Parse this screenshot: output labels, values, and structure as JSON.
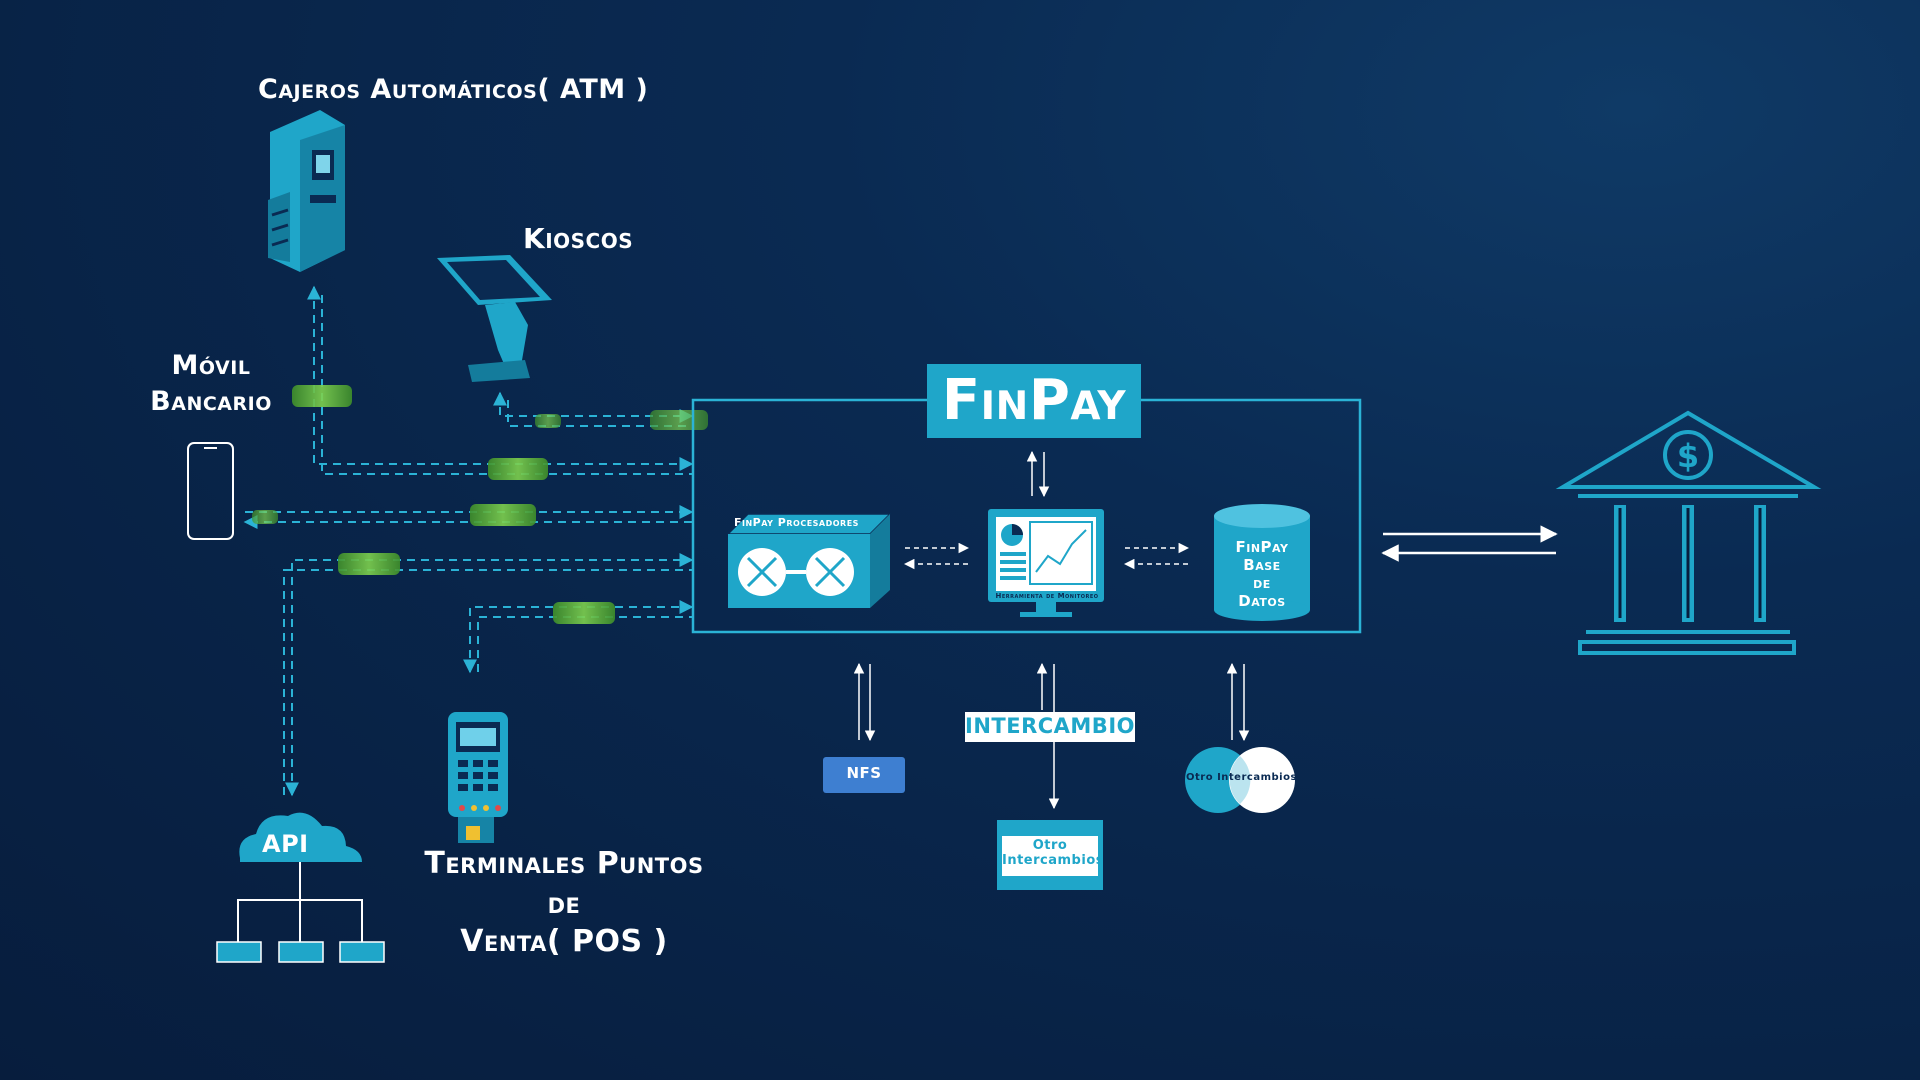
{
  "labels": {
    "atm": "Cajeros Automáticos( ATM )",
    "kiosks": "Kioscos",
    "mobile_line1": "Móvil",
    "mobile_line2": "Bancario",
    "pos_line1": "Terminales Puntos",
    "pos_line2": "de",
    "pos_line3": "Venta( POS )",
    "api": "API"
  },
  "finpay": {
    "title": "FinPay",
    "processors": "FinPay Procesadores",
    "monitor": "Herramienta de Monitoreo",
    "db_line1": "FinPay",
    "db_line2": "Base",
    "db_line3": "de",
    "db_line4": "Datos"
  },
  "bottom": {
    "nfs": "NFS",
    "intercambio": "INTERCAMBIO",
    "otro1_line1": "Otro",
    "otro1_line2": "Intercambios",
    "otro2": "Otro Intercambios"
  },
  "colors": {
    "accent": "#1fa6c9",
    "background": "#0a2a52",
    "line": "#2bb3d6",
    "money": "#5fc23a",
    "nfs": "#3e7fd1"
  },
  "icons": [
    "atm-icon",
    "kiosk-icon",
    "mobile-phone-icon",
    "api-cloud-icon",
    "pos-terminal-icon",
    "processor-icon",
    "monitor-icon",
    "database-icon",
    "bank-icon",
    "money-icon"
  ]
}
